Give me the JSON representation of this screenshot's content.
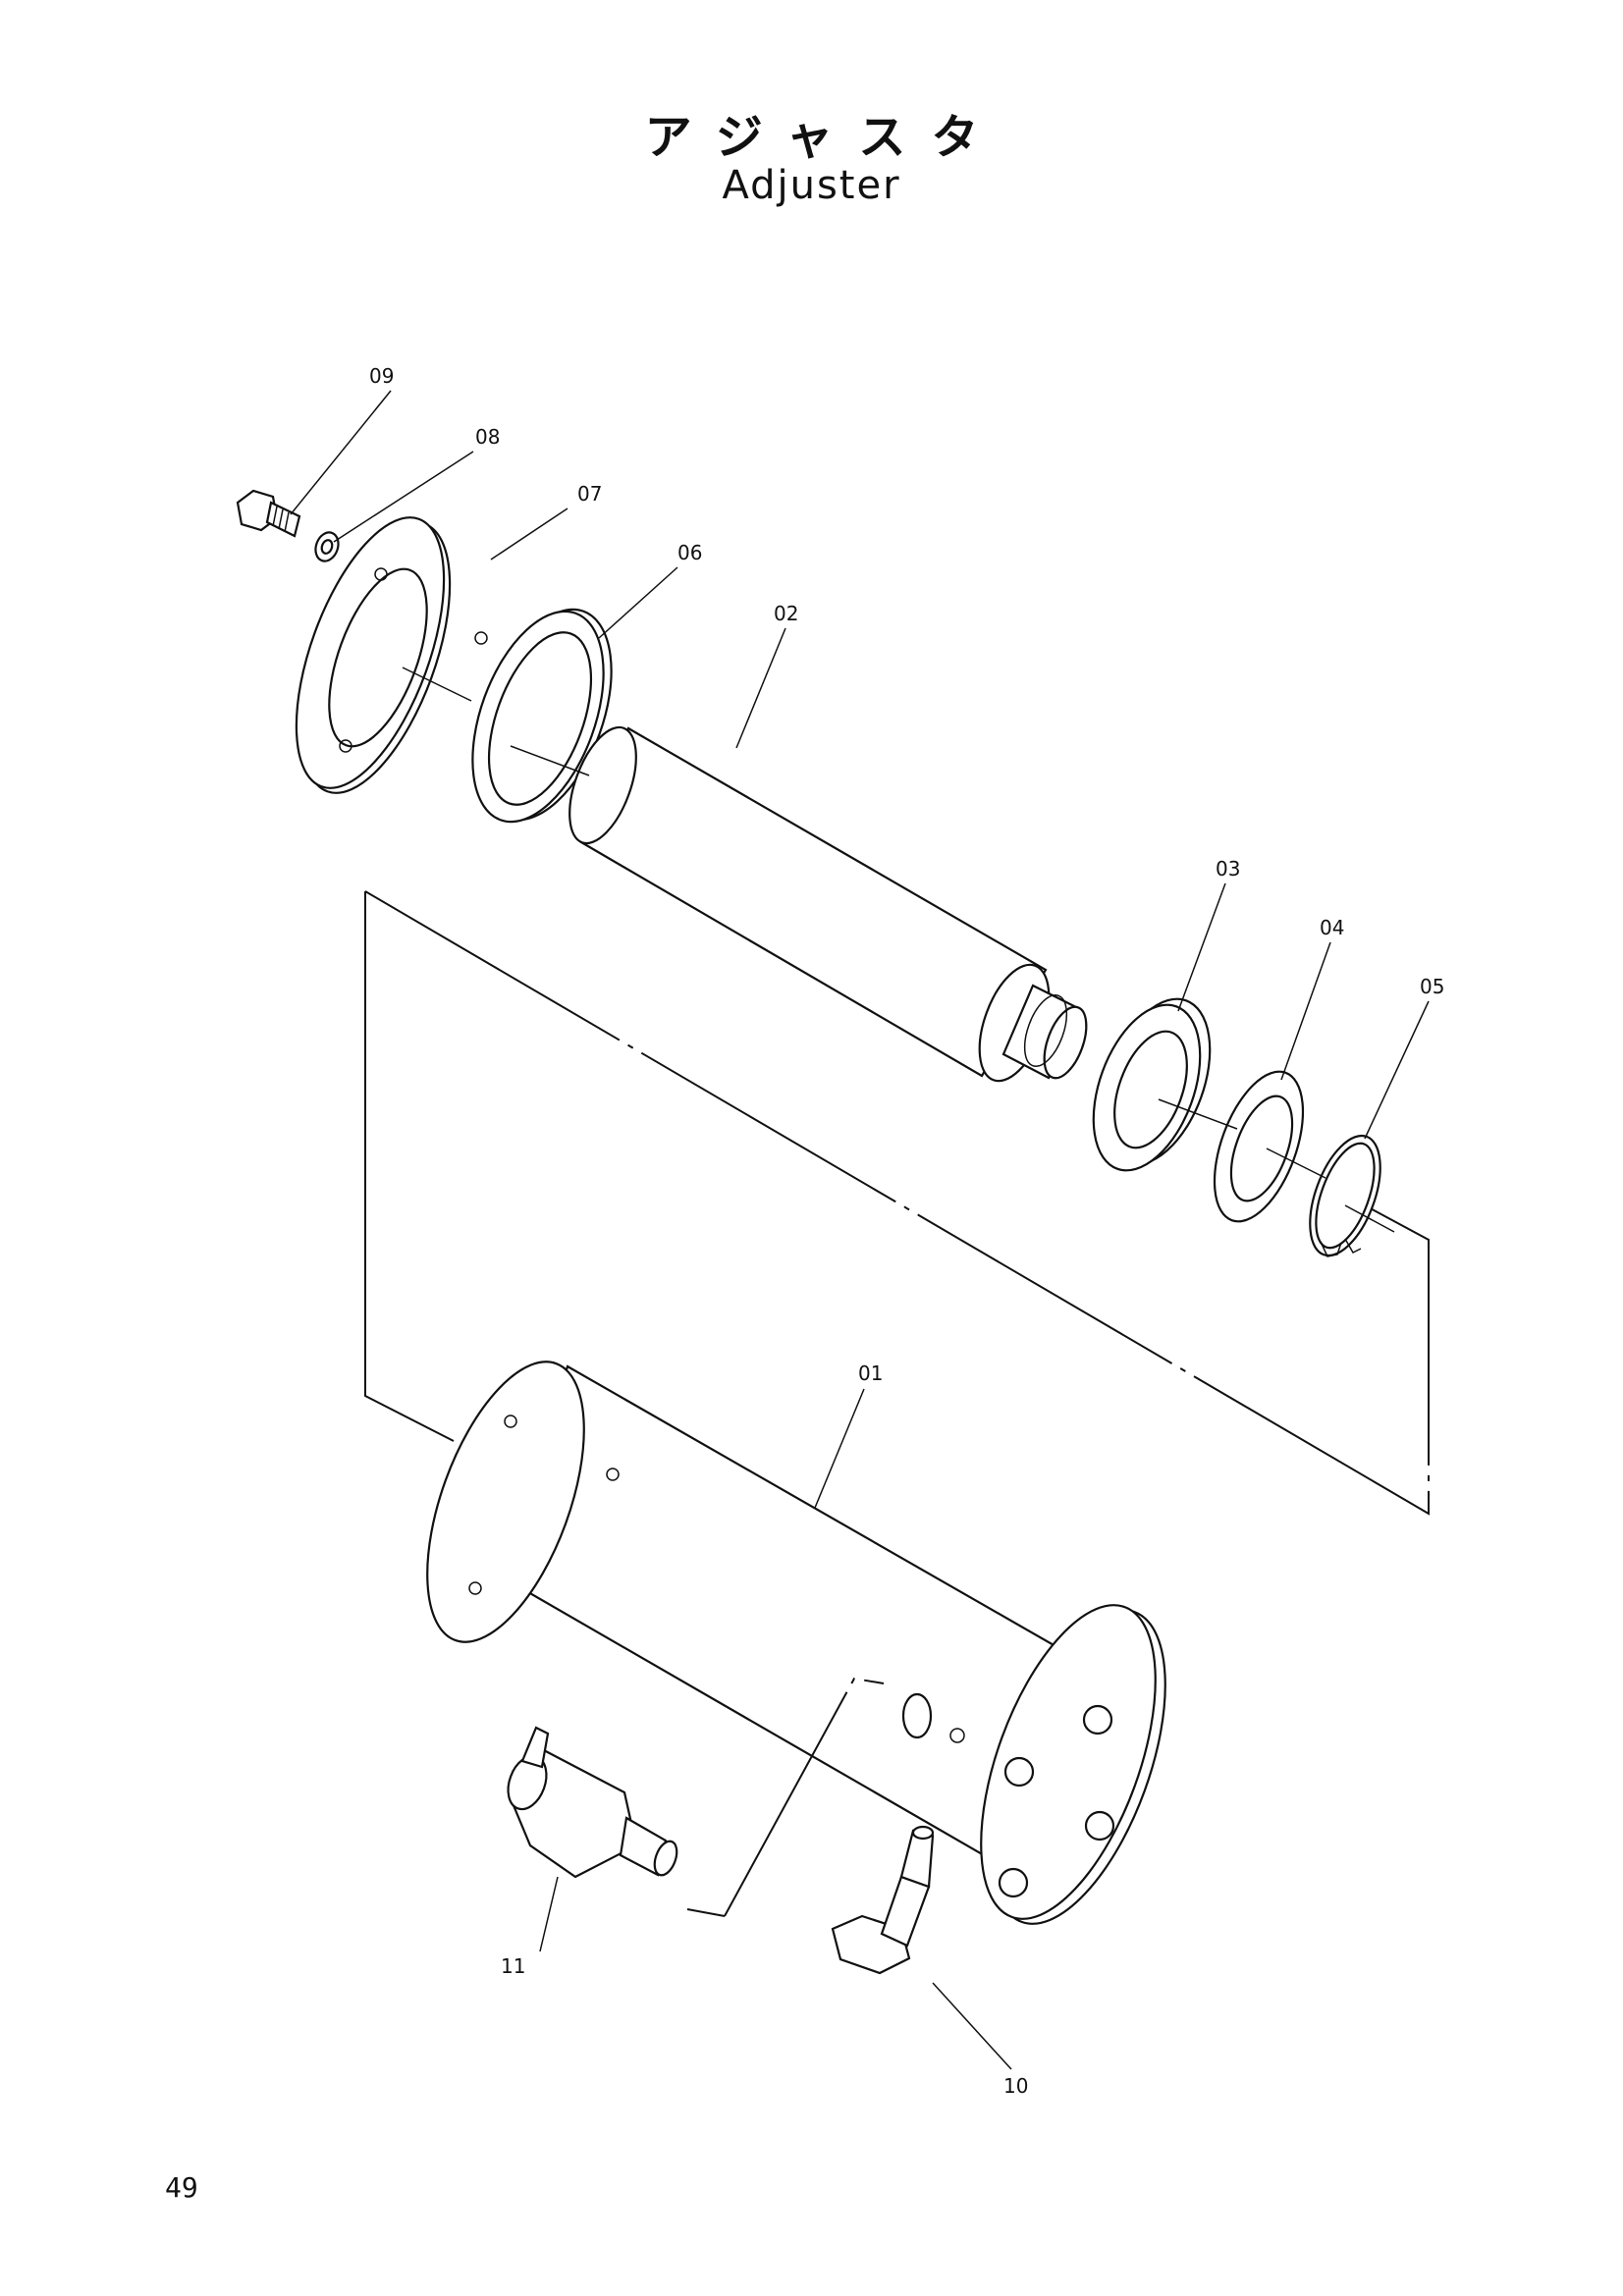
{
  "title": {
    "japanese": "アジャスタ",
    "english": "Adjuster"
  },
  "page_number": "49",
  "callouts": {
    "p01": "01",
    "p02": "02",
    "p03": "03",
    "p04": "04",
    "p05": "05",
    "p06": "06",
    "p07": "07",
    "p08": "08",
    "p09": "09",
    "p10": "10",
    "p11": "11"
  }
}
